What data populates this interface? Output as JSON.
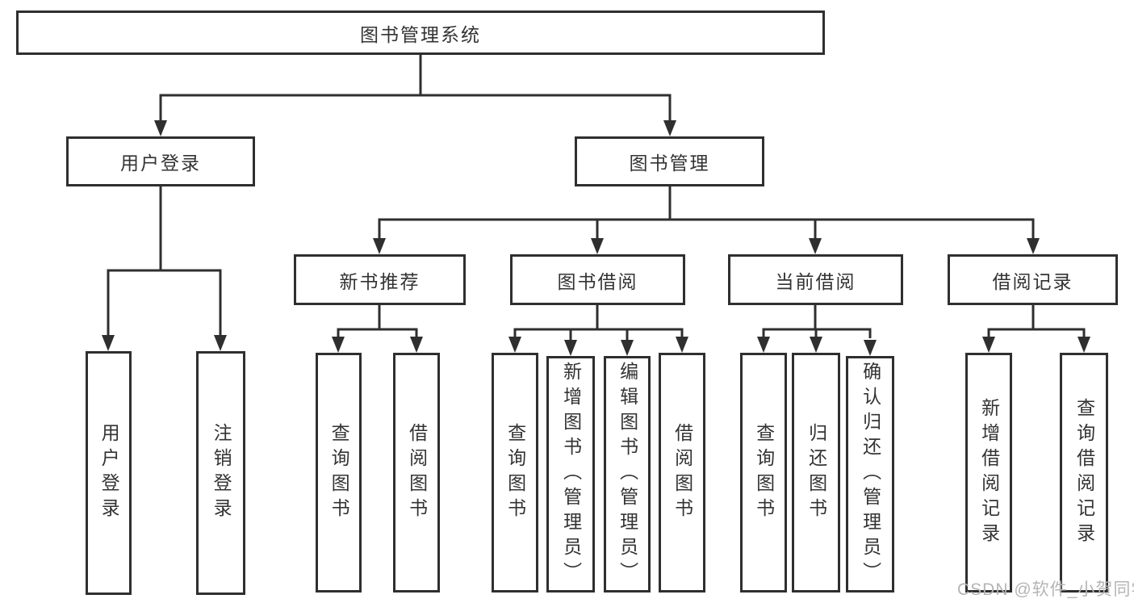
{
  "colors": {
    "background": "#ffffff",
    "line": "#2f2f2f",
    "text": "#333333",
    "watermark": "#b5b5b5"
  },
  "watermark": {
    "text": "CSDN @软件_小贺同学"
  },
  "tree": {
    "root": {
      "label": "图书管理系统"
    },
    "branches": [
      {
        "label": "用户登录",
        "children": [
          {
            "label": "用户登录"
          },
          {
            "label": "注销登录"
          }
        ]
      },
      {
        "label": "图书管理",
        "children": [
          {
            "label": "新书推荐",
            "children": [
              {
                "label": "查询图书"
              },
              {
                "label": "借阅图书"
              }
            ]
          },
          {
            "label": "图书借阅",
            "children": [
              {
                "label": "查询图书"
              },
              {
                "label": "新增图书（管理员）"
              },
              {
                "label": "编辑图书（管理员）"
              },
              {
                "label": "借阅图书"
              }
            ]
          },
          {
            "label": "当前借阅",
            "children": [
              {
                "label": "查询图书"
              },
              {
                "label": "归还图书"
              },
              {
                "label": "确认归还（管理员）"
              }
            ]
          },
          {
            "label": "借阅记录",
            "children": [
              {
                "label": "新增借阅记录"
              },
              {
                "label": "查询借阅记录"
              }
            ]
          }
        ]
      }
    ]
  }
}
